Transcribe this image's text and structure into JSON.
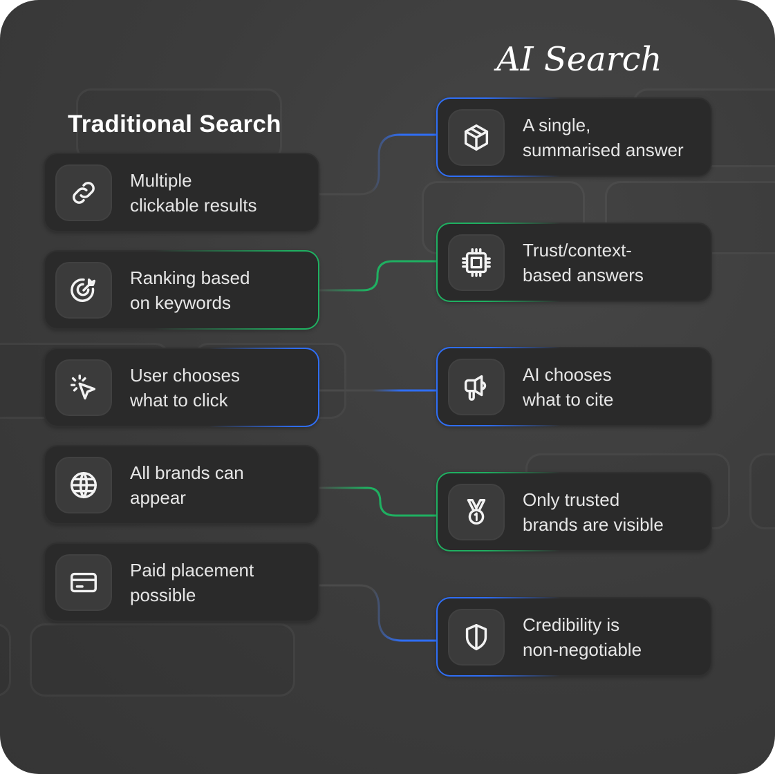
{
  "traditional": {
    "title": "Traditional Search",
    "items": [
      {
        "icon": "link-icon",
        "line1": "Multiple",
        "line2": "clickable results"
      },
      {
        "icon": "target-icon",
        "line1": "Ranking based",
        "line2": "on keywords"
      },
      {
        "icon": "cursor-click-icon",
        "line1": "User chooses",
        "line2": "what to click"
      },
      {
        "icon": "globe-icon",
        "line1": "All brands can",
        "line2": "appear"
      },
      {
        "icon": "credit-card-icon",
        "line1": "Paid placement",
        "line2": "possible"
      }
    ]
  },
  "ai": {
    "title": "AI Search",
    "items": [
      {
        "icon": "cube-icon",
        "line1": "A single,",
        "line2": "summarised answer"
      },
      {
        "icon": "chip-icon",
        "line1": "Trust/context-",
        "line2": "based answers"
      },
      {
        "icon": "megaphone-icon",
        "line1": "AI chooses",
        "line2": "what to cite"
      },
      {
        "icon": "medal-icon",
        "line1": "Only trusted",
        "line2": "brands are visible"
      },
      {
        "icon": "shield-icon",
        "line1": "Credibility is",
        "line2": "non-negotiable"
      }
    ]
  },
  "colors": {
    "blue": "#2f6ef5",
    "green": "#1fb061",
    "card": "#2a2a2a",
    "background": "#3c3c3c"
  }
}
